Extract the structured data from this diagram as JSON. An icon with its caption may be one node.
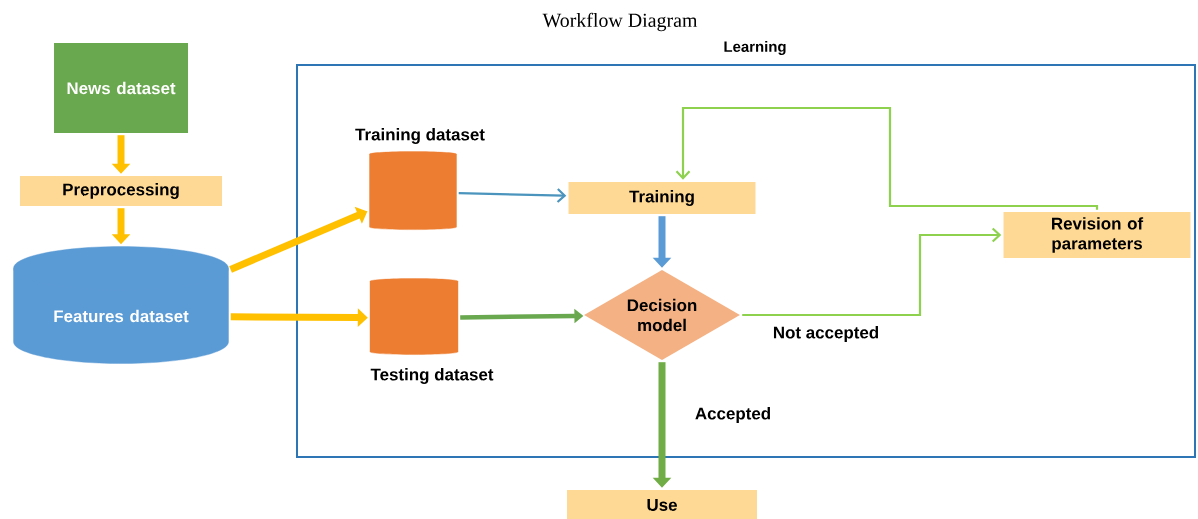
{
  "diagram": {
    "title": "Workflow Diagram",
    "nodes": [
      {
        "text": [
          "Learning"
        ]
      },
      {
        "text": [
          "News dataset"
        ]
      },
      {
        "text": [
          "Preprocessing"
        ]
      },
      {
        "text": [
          "Features dataset"
        ]
      },
      {
        "text": [
          "Training dataset"
        ],
        "in": 0
      },
      {
        "text": [
          "Testing dataset"
        ],
        "in": 0
      },
      {
        "text": [
          "Training"
        ],
        "in": 0
      },
      {
        "text": [
          "Decision model"
        ],
        "in": 0
      },
      {
        "text": [
          "Revision of parameters"
        ],
        "in": 0
      },
      {
        "text": [
          "Use"
        ]
      }
    ],
    "edges": [
      {
        "from": 1,
        "to": 2,
        "arrow": "to"
      },
      {
        "from": 2,
        "to": 3,
        "arrow": "to"
      },
      {
        "from": 3,
        "to": 4,
        "arrow": "to"
      },
      {
        "from": 3,
        "to": 5,
        "arrow": "to"
      },
      {
        "from": 4,
        "to": 6,
        "arrow": "to",
        "color": "#4a94bd"
      },
      {
        "from": 5,
        "to": 7,
        "arrow": "to",
        "color": "#6aa84f"
      },
      {
        "from": 6,
        "to": 7,
        "arrow": "to",
        "color": "#5b9bd5"
      },
      {
        "from": 7,
        "to": 8,
        "label": "Not accepted",
        "arrow": "to",
        "color": "#8ed14f"
      },
      {
        "from": 8,
        "to": 6,
        "arrow": "to",
        "color": "#8ed14f"
      },
      {
        "from": 7,
        "to": 9,
        "label": "Accepted",
        "arrow": "to",
        "color": "#70ad47"
      }
    ]
  }
}
